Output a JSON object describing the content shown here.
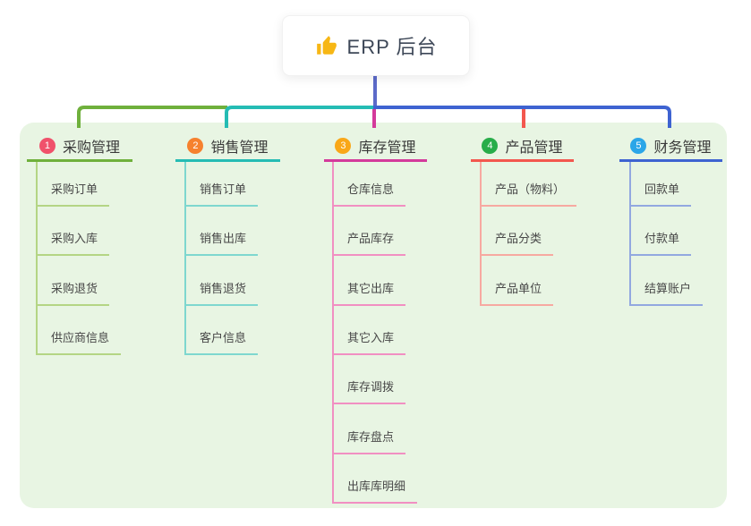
{
  "root": {
    "label": "ERP 后台",
    "icon": "thumbs-up-icon",
    "icon_color": "#F7B715",
    "line_color": "#5c6ac9",
    "text_color": "#3d4757"
  },
  "colors": {
    "canvas_bg": "#ffffff",
    "panel_bg": "#e8f5e3"
  },
  "branches": [
    {
      "number": "1",
      "title": "采购管理",
      "badge_color": "#f0516b",
      "line_color": "#6fb03c",
      "light_line_color": "#b4d584",
      "children": [
        "采购订单",
        "采购入库",
        "采购退货",
        "供应商信息"
      ]
    },
    {
      "number": "2",
      "title": "销售管理",
      "badge_color": "#f6812e",
      "line_color": "#25bcb4",
      "light_line_color": "#7ed7cf",
      "children": [
        "销售订单",
        "销售出库",
        "销售退货",
        "客户信息"
      ]
    },
    {
      "number": "3",
      "title": "库存管理",
      "badge_color": "#f9a718",
      "line_color": "#d43a9b",
      "light_line_color": "#f18fc2",
      "children": [
        "仓库信息",
        "产品库存",
        "其它出库",
        "其它入库",
        "库存调拨",
        "库存盘点",
        "出库库明细"
      ]
    },
    {
      "number": "4",
      "title": "产品管理",
      "badge_color": "#28ad4a",
      "line_color": "#f3574e",
      "light_line_color": "#f7a9a1",
      "children": [
        "产品（物料）",
        "产品分类",
        "产品单位"
      ]
    },
    {
      "number": "5",
      "title": "财务管理",
      "badge_color": "#2ba6e8",
      "line_color": "#3e63d1",
      "light_line_color": "#92a8e0",
      "children": [
        "回款单",
        "付款单",
        "结算账户"
      ]
    }
  ]
}
